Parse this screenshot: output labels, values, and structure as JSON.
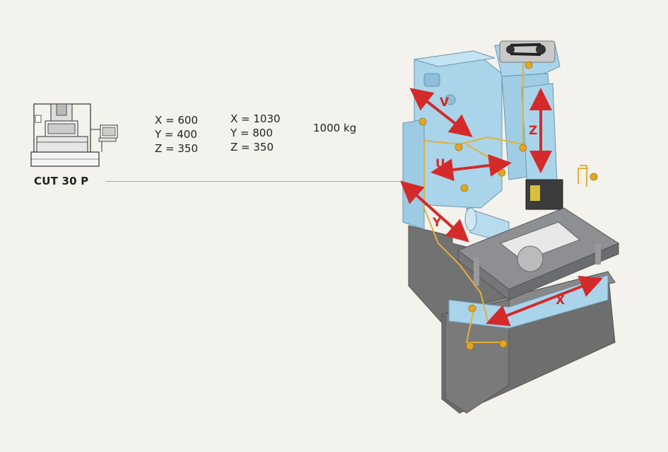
{
  "product": {
    "model": "CUT 30 P"
  },
  "specs": {
    "travels": [
      "X = 600",
      "Y = 400",
      "Z = 350"
    ],
    "table": [
      "X = 1030",
      "Y = 800",
      "Z = 350"
    ],
    "weight": "1000 kg"
  },
  "diagram": {
    "axes": [
      "V",
      "U",
      "Z",
      "Y",
      "X"
    ],
    "colors": {
      "frame": "#a9d4ea",
      "base": "#6f6f6f",
      "table": "#8d8e90",
      "arrow": "#d42a2a",
      "cable": "#e3b13a"
    }
  }
}
